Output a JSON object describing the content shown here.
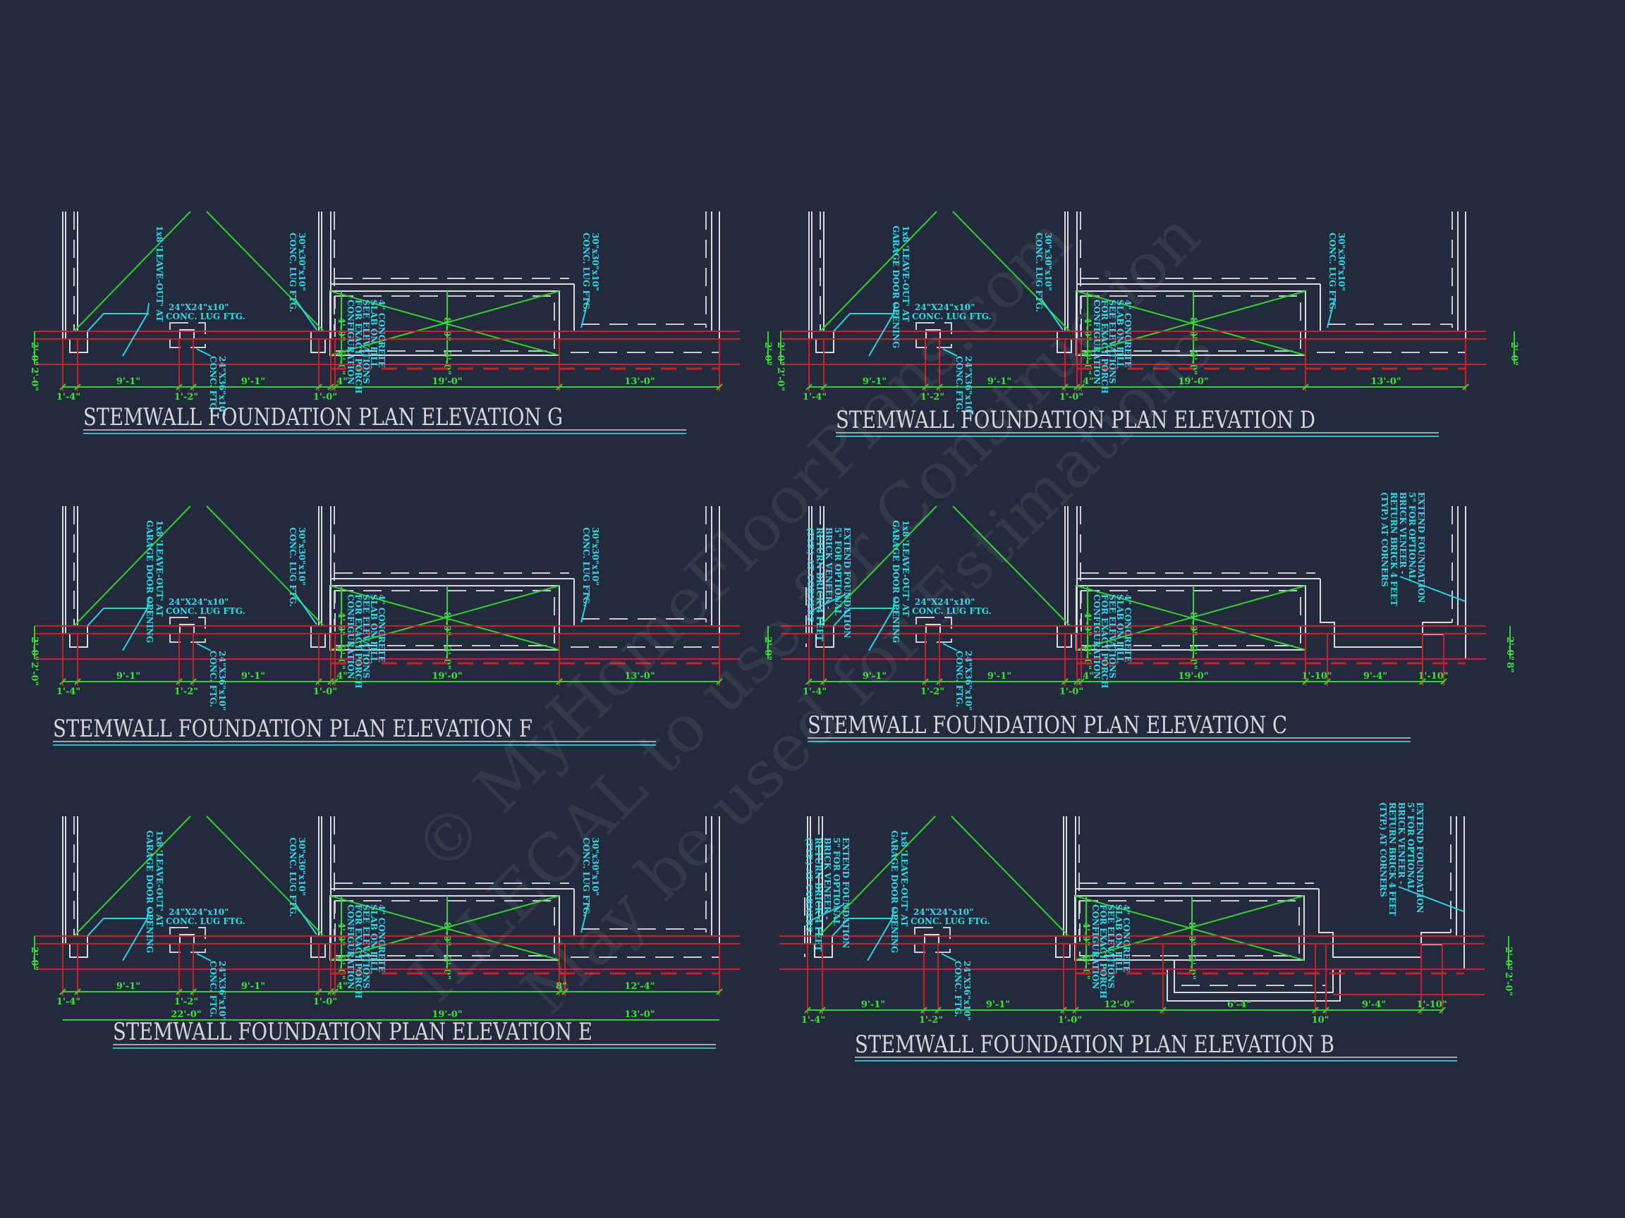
{
  "colors": {
    "background": "#232a3b",
    "wall": "#d9dbe0",
    "grid_line": "#c8202c",
    "dimension": "#2fd22f",
    "note": "#26d4e2"
  },
  "watermark": [
    "© MyHomeFloorPlans.com",
    "ILLEGAL to use for Construction",
    "May be used for Estimations"
  ],
  "panels": [
    {
      "id": "G",
      "variant": "standard",
      "title": "STEMWALL FOUNDATION PLAN ELEVATION G",
      "dims_top": [
        "9'-1\"",
        "9'-1\"",
        "4\"",
        "19'-0\"",
        "13'-0\""
      ],
      "dims_bottom": [
        "1'-4\"",
        "1'-2\"",
        "1'-0\""
      ],
      "dims_side": [
        "2'-0\"",
        "2'-0\""
      ],
      "porch_dims": [
        "4'-0\"",
        "2'-0\"",
        "8'-0\"",
        "2'-0\""
      ],
      "notes": {
        "leaveout": [
          "1x8 'LEAVE-OUT' AT"
        ],
        "lug": [
          "24\"X24\"x10\"",
          "CONC. LUG FTG."
        ],
        "ftg": [
          "24\"X36\"x10\"",
          "CONC. FTG."
        ],
        "lug30": [
          "30\"x30\"x10\"",
          "CONC. LUG FTG."
        ],
        "slab": [
          "4\" CONCRETE",
          "SLAB ON FILL",
          "SEE ELEVATIONS",
          "FOR EXACT PORCH",
          "CONFIGURATION"
        ]
      }
    },
    {
      "id": "D",
      "variant": "standard",
      "title": "STEMWALL FOUNDATION PLAN ELEVATION D",
      "dims_top": [
        "9'-1\"",
        "9'-1\"",
        "4\"",
        "19'-0\"",
        "13'-0\""
      ],
      "dims_bottom": [
        "1'-4\"",
        "1'-2\"",
        "1'-0\""
      ],
      "dims_side": [
        "2'-0\"",
        "2'-0\""
      ],
      "porch_dims": [
        "4'-0\"",
        "2'-0\"",
        "8'-0\"",
        "2'-0\""
      ],
      "notes": {
        "leaveout": [
          "1x8 'LEAVE-OUT' AT",
          "GARAGE DOOR OPENING"
        ],
        "lug": [
          "24\"X24\"x10\"",
          "CONC. LUG FTG."
        ],
        "ftg": [
          "24\"X36\"x10\"",
          "CONC. FTG."
        ],
        "lug30": [
          "30\"x30\"x10\"",
          "CONC. LUG FTG."
        ],
        "slab": [
          "4\" CONCRETE",
          "SLAB ON FILL",
          "SEE ELEVATIONS",
          "FOR EXACT PORCH",
          "CONFIGURATION"
        ]
      }
    },
    {
      "id": "F",
      "variant": "standard",
      "title": "STEMWALL FOUNDATION PLAN ELEVATION F",
      "dims_top": [
        "9'-1\"",
        "9'-1\"",
        "4\"",
        "19'-0\"",
        "13'-0\""
      ],
      "dims_bottom": [
        "1'-4\"",
        "1'-2\"",
        "1'-0\""
      ],
      "dims_side": [
        "2'-0\"",
        "2'-0\""
      ],
      "porch_dims": [
        "4'-0\"",
        "2'-0\"",
        "8'-0\"",
        "2'-0\""
      ],
      "notes": {
        "leaveout": [
          "1x8 'LEAVE-OUT' AT",
          "GARAGE DOOR OPENING"
        ],
        "lug": [
          "24\"X24\"x10\"",
          "CONC. LUG FTG."
        ],
        "ftg": [
          "24\"X36\"x10\"",
          "CONC. FTG."
        ],
        "lug30": [
          "30\"x30\"x10\"",
          "CONC. LUG FTG."
        ],
        "slab": [
          "4\" CONCRETE",
          "SLAB ON FILL",
          "SEE ELEVATIONS",
          "FOR EXACT PORCH",
          "CONFIGURATION"
        ]
      }
    },
    {
      "id": "C",
      "variant": "brick-c",
      "title": "STEMWALL FOUNDATION PLAN ELEVATION C",
      "dims_top": [
        "9'-1\"",
        "9'-1\"",
        "4\"",
        "19'-0\"",
        "1'-10\"",
        "9'-4\"",
        "1'-10\""
      ],
      "dims_bottom": [
        "1'-4\"",
        "1'-2\"",
        "1'-0\""
      ],
      "dims_side": [
        "2'-0\"",
        "8\""
      ],
      "porch_dims": [
        "4'-0\"",
        "2'-0\"",
        "8'-0\"",
        "2'-0\""
      ],
      "notes": {
        "leaveout": [
          "1x8 'LEAVE-OUT' AT",
          "GARAGE DOOR OPENING"
        ],
        "lug": [
          "24\"X24\"x10\"",
          "CONC. LUG FTG."
        ],
        "ftg": [
          "24\"X36\"x10\"",
          "CONC. FTG."
        ],
        "brick": [
          "EXTEND FOUNDATION",
          "5\" FOR OPTIONAL",
          "BRICK VENEER -",
          "RETURN BRICK 4 FEET",
          "(TYP.) AT CORNERS"
        ],
        "slab": [
          "4\" CONCRETE",
          "SLAB ON FILL",
          "SEE ELEVATIONS",
          "FOR EXACT PORCH",
          "CONFIGURATION"
        ]
      }
    },
    {
      "id": "E",
      "variant": "extended-e",
      "title": "STEMWALL FOUNDATION PLAN ELEVATION E",
      "dims_top": [
        "9'-1\"",
        "9'-1\"",
        "4\"",
        "8\"",
        "12'-4\""
      ],
      "dims_bottom": [
        "1'-4\"",
        "1'-2\"",
        "1'-0\"",
        "22'-0\"",
        "19'-0\"",
        "13'-0\""
      ],
      "dims_side": [
        "2'-0\""
      ],
      "porch_dims": [
        "4'-0\"",
        "2'-0\"",
        "8'-0\"",
        "2'-0\""
      ],
      "notes": {
        "leaveout": [
          "1x8 'LEAVE-OUT' AT",
          "GARAGE DOOR OPENING"
        ],
        "lug": [
          "24\"X24\"x10\"",
          "CONC. LUG FTG."
        ],
        "ftg": [
          "24\"X36\"x10\"",
          "CONC. FTG."
        ],
        "lug30": [
          "30\"x30\"x10\"",
          "CONC. LUG FTG."
        ],
        "slab": [
          "4\" CONCRETE",
          "SLAB ON FILL",
          "SEE ELEVATIONS",
          "FOR EXACT PORCH",
          "CONFIGURATION"
        ]
      }
    },
    {
      "id": "B",
      "variant": "brick-b",
      "title": "STEMWALL FOUNDATION PLAN ELEVATION B",
      "dims_top": [
        "9'-1\"",
        "9'-1\"",
        "12'-0\"",
        "6'-4\"",
        "9'-4\"",
        "1'-10\""
      ],
      "dims_bottom": [
        "1'-4\"",
        "1'-2\"",
        "1'-0\"",
        "10\""
      ],
      "dims_side": [
        "2'-0\"",
        "2'-0\""
      ],
      "porch_dims": [
        "4'-0\"",
        "2'-0\"",
        "8'-0\"",
        "2'-0\""
      ],
      "notes": {
        "leaveout": [
          "1x8 'LEAVE-OUT' AT",
          "GARAGE DOOR OPENING"
        ],
        "lug": [
          "24\"X24\"x10\"",
          "CONC. LUG FTG."
        ],
        "ftg": [
          "24\"X36\"x10\"",
          "CONC. FTG."
        ],
        "brick": [
          "EXTEND FOUNDATION",
          "5\" FOR OPTIONAL",
          "BRICK VENEER -",
          "RETURN BRICK 4 FEET",
          "(TYP.) AT CORNERS"
        ],
        "slab": [
          "4\" CONCRETE",
          "SLAB ON FILL",
          "SEE ELEVATIONS",
          "FOR EXACT PORCH",
          "CONFIGURATION"
        ]
      }
    }
  ]
}
